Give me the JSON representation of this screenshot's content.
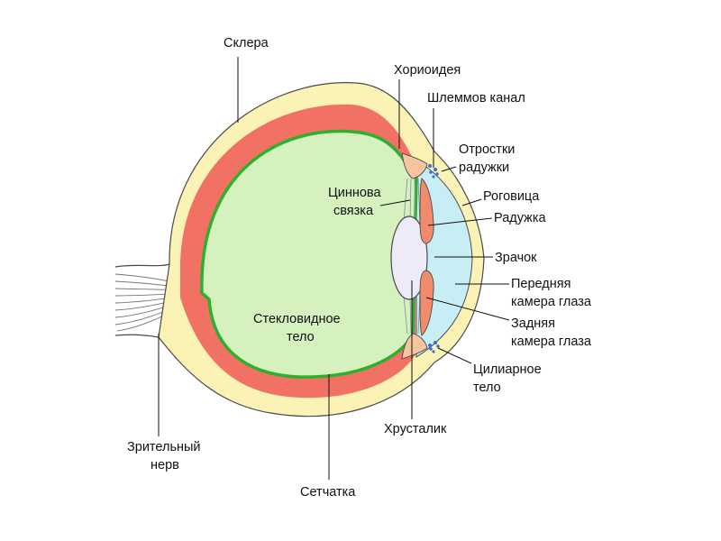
{
  "labels": {
    "sclera": "Склера",
    "choroid": "Хориоидея",
    "schlemm_canal": "Шлеммов канал",
    "iris_processes": [
      "Отростки",
      "радужки"
    ],
    "cornea": "Роговица",
    "zonule": [
      "Циннова",
      "связка"
    ],
    "iris": "Радужка",
    "pupil": "Зрачок",
    "anterior_chamber": [
      "Передняя",
      "камера глаза"
    ],
    "vitreous_body": [
      "Стекловидное",
      "тело"
    ],
    "posterior_chamber": [
      "Задняя",
      "камера глаза"
    ],
    "ciliary_body": [
      "Цилиарное",
      "тело"
    ],
    "lens": "Хрусталик",
    "optic_nerve": [
      "Зрительный",
      "нерв"
    ],
    "retina": "Сетчатка"
  },
  "colors": {
    "sclera": "#FBF2B5",
    "choroid": "#F17165",
    "retina": "#2EB02E",
    "vitreous": "#D5F1BE",
    "cornea_chamber": "#C7EDF5",
    "lens": "#ECEBF7",
    "iris": "#F08C6B",
    "ciliary_body": "#F5C5A0",
    "schlemm_dots": "#3A6FE0",
    "outline": "#4A4A4A"
  }
}
